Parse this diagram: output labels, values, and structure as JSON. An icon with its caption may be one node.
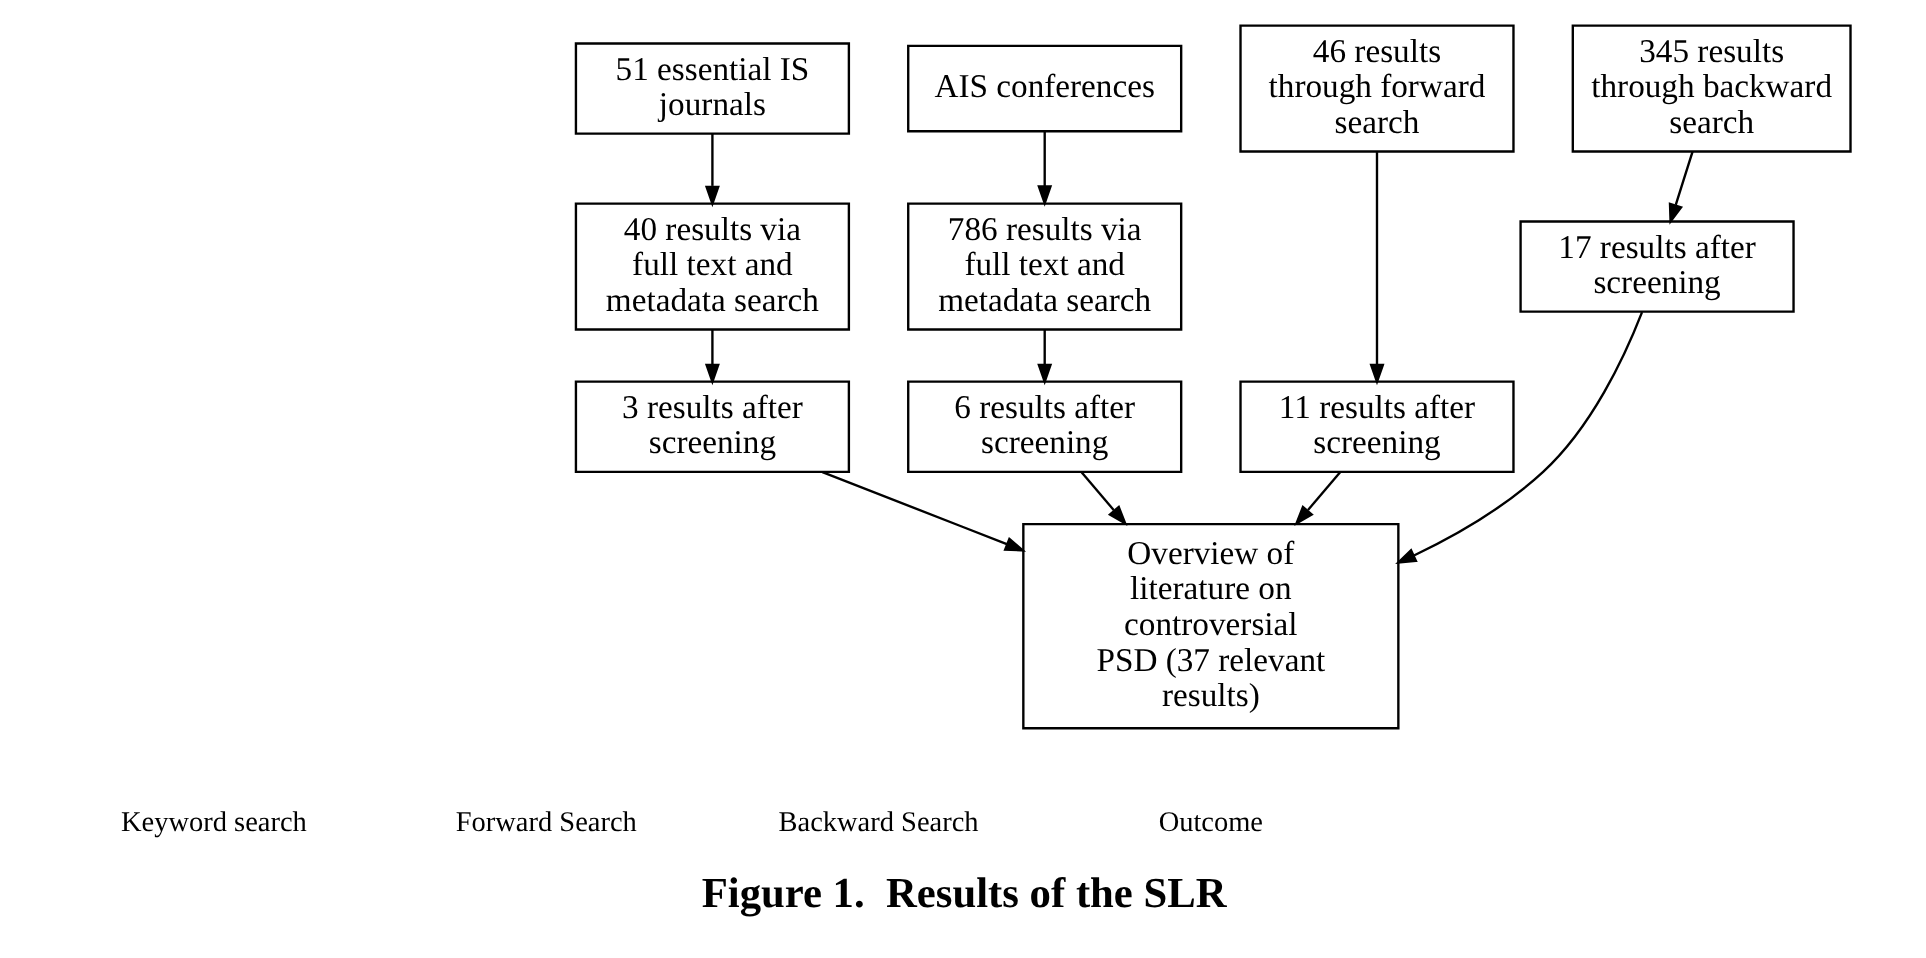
{
  "diagram": {
    "caption": "Figure 1.  Results of the SLR",
    "nodes": [
      {
        "text": [
          "51 essential IS journals"
        ]
      },
      {
        "text": [
          "AIS conferences"
        ]
      },
      {
        "text": [
          "40 results via full text and metadata search"
        ]
      },
      {
        "text": [
          "786 results via full text and metadata search"
        ]
      },
      {
        "text": [
          "3 results after screening"
        ]
      },
      {
        "text": [
          "6 results after screening"
        ]
      },
      {
        "text": [
          "46 results through forward search"
        ]
      },
      {
        "text": [
          "11 results after screening"
        ]
      },
      {
        "text": [
          "345 results through backward search"
        ]
      },
      {
        "text": [
          "17 results after screening"
        ]
      },
      {
        "text": [
          "Overview of literature on controversial PSD (37 relevant results)"
        ]
      }
    ],
    "edges": [
      {
        "from": 0,
        "to": 2,
        "arrow": "to"
      },
      {
        "from": 2,
        "to": 4,
        "arrow": "to"
      },
      {
        "from": 1,
        "to": 3,
        "arrow": "to"
      },
      {
        "from": 3,
        "to": 5,
        "arrow": "to"
      },
      {
        "from": 6,
        "to": 7,
        "arrow": "to"
      },
      {
        "from": 8,
        "to": 9,
        "arrow": "to"
      },
      {
        "from": 4,
        "to": 10,
        "arrow": "to"
      },
      {
        "from": 5,
        "to": 10,
        "arrow": "to"
      },
      {
        "from": 7,
        "to": 10,
        "arrow": "to"
      },
      {
        "from": 9,
        "to": 10,
        "arrow": "to"
      }
    ],
    "labels": [
      "Keyword search",
      "Forward Search",
      "Backward Search",
      "Outcome"
    ]
  }
}
